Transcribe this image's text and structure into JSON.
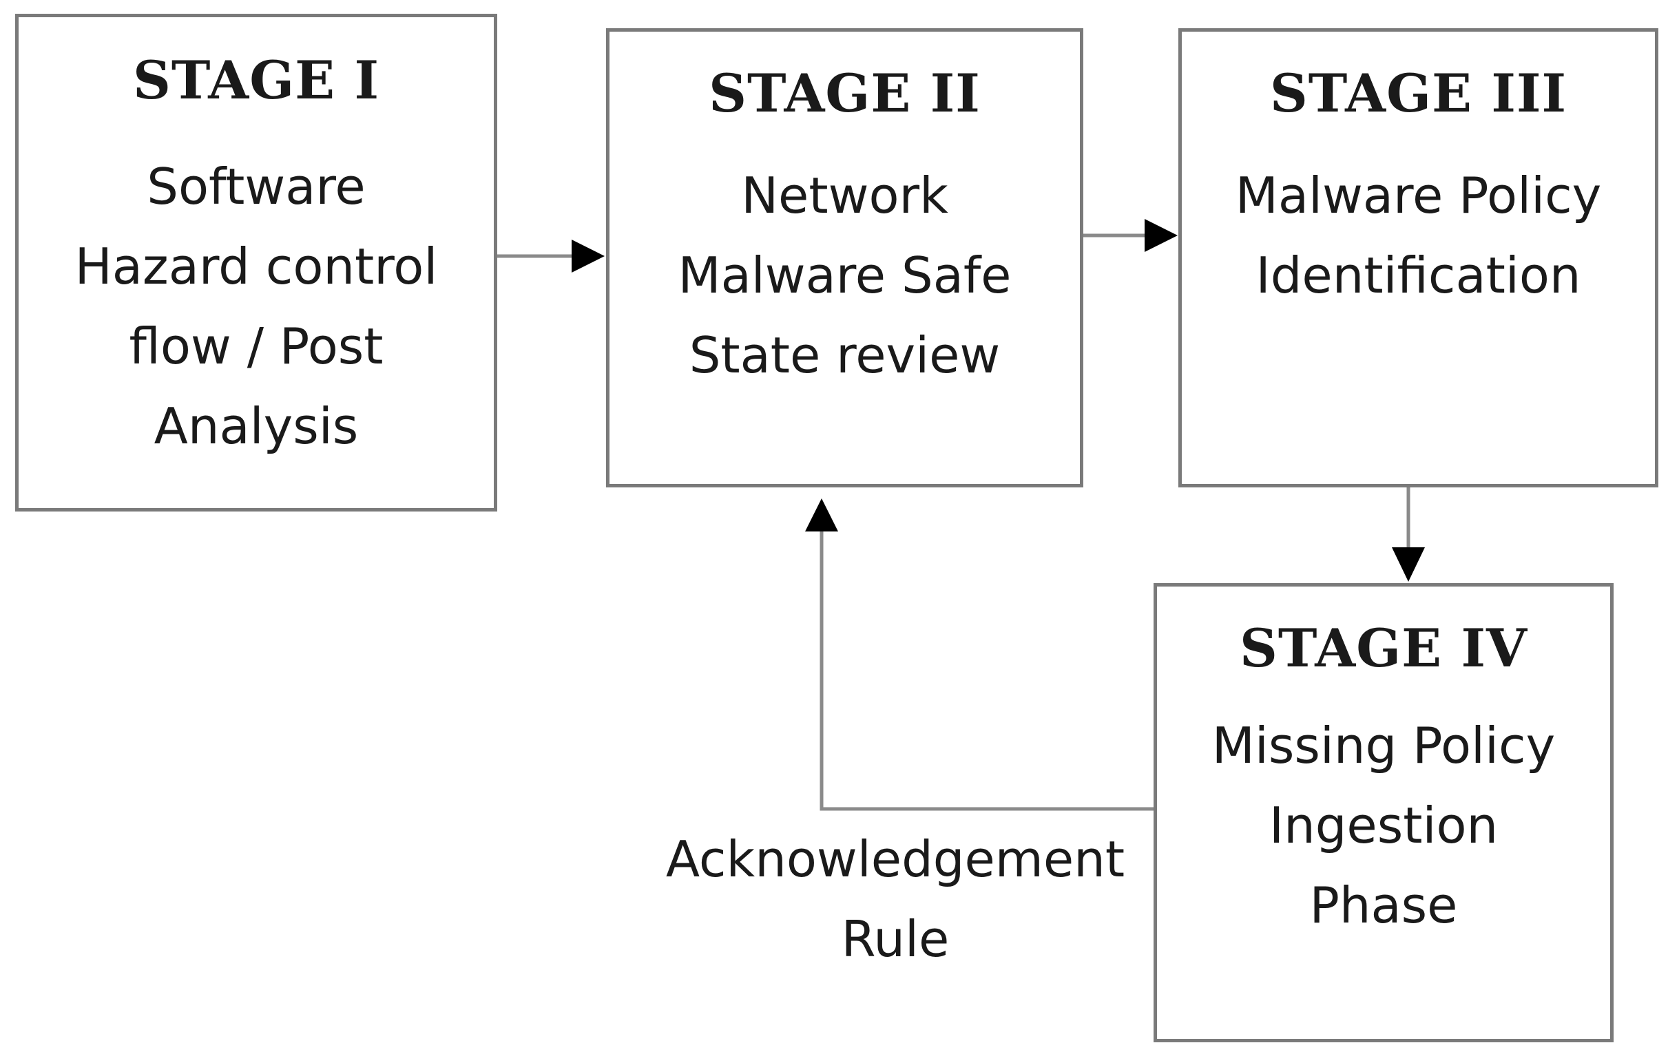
{
  "stages": [
    {
      "title": "STAGE I",
      "lines": [
        "Software",
        "Hazard control",
        "flow / Post",
        "Analysis"
      ]
    },
    {
      "title": "STAGE II",
      "lines": [
        "Network",
        "Malware Safe",
        "State review"
      ]
    },
    {
      "title": "STAGE III",
      "lines": [
        "Malware Policy",
        "Identification"
      ]
    },
    {
      "title": "STAGE IV",
      "lines": [
        "Missing Policy",
        "Ingestion",
        "Phase"
      ]
    }
  ],
  "feedback": {
    "lines": [
      "Acknowledgement",
      "Rule"
    ]
  },
  "colors": {
    "box_border": "#7a7a7a",
    "connector": "#8a8a8a",
    "arrowhead": "#000000",
    "text": "#1a1a1a"
  }
}
